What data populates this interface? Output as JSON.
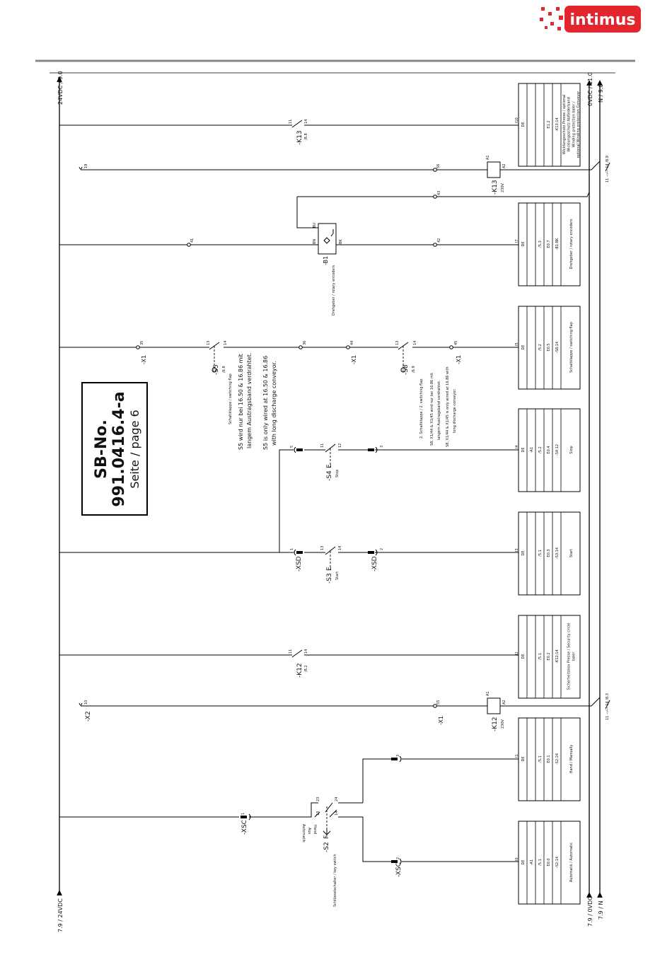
{
  "logo": {
    "text": "intimus",
    "color": "#e3262e"
  },
  "rails": {
    "v24_top": "24VDC / 9.0",
    "v24_bottom": "7.9 / 24VDC",
    "ov_top": "0VDC / 11.0",
    "ov_bottom": "7.9 / 0VDC",
    "n_top": "N / 9.0",
    "n_bottom": "7.9 / N"
  },
  "title_box": {
    "sb": "SB-No.",
    "number": "991.0416.4-a",
    "page": "Seite / page 6"
  },
  "labels": {
    "k13_11": "11",
    "k13_14": "14",
    "k13_name": "-K13",
    "k13_ref": "/8.8",
    "w19": "19",
    "w56": "56",
    "a1": "A1",
    "a2": "A2",
    "k13_coil": "-K13",
    "v230": "230V",
    "k13_aux": "11 —⁄— 14 /8.9",
    "w43": "43",
    "bu": "BU",
    "bn": "BN",
    "bk": "BK",
    "b1": "-B1",
    "b1_desc": "Drehgeber / rotary encoders",
    "w41": "41",
    "w42": "42",
    "w35": "35",
    "x1": "-X1",
    "n13": "13",
    "n14": "14",
    "s5": "-S5",
    "s5_ref": "/6.8",
    "s5_desc": "Schaltklappe / switching flap",
    "s5_note1": "S5 wird nur bei 16.50 & 16.86 mit",
    "s5_note2": "langem Austragsband verdrahtet.",
    "s5_note3": "S5 is only wired at 16.50 & 16.86",
    "s5_note4": "with long discharge conveyor.",
    "w36": "36",
    "w44": "44",
    "s8": "-S8",
    "s8_ref": "/6.9",
    "s8_desc": "2. Schaltklappe / 2. switching flap",
    "s8_note1": "S8, X1/44 & X1/45 wird nur bei 16.86 mit",
    "s8_note2": "langem Austragsband verdrahtet.",
    "s8_note3": "S8, X1/44 & X1/45 is only wired at 16.86 with",
    "s8_note4": "long discharge conveyor.",
    "w45": "45",
    "p5": "5",
    "n11": "11",
    "n12": "12",
    "s4": "-S4",
    "e": "E",
    "stop": "Stop",
    "p3": "3",
    "p1": "1",
    "xsd": "-XSD",
    "s3": "-S3",
    "start": "Start",
    "p2": "2",
    "k12_name": "-K12",
    "k12_ref": "/8.2",
    "w10": "10",
    "x2": "-X2",
    "w55": "55",
    "k12_coil": "-K12",
    "k12_aux": "11 —⁄— 14 /8.3",
    "xsc": "-XSC",
    "n23": "23",
    "n24": "24",
    "s2": "-S2",
    "f": "F",
    "automatik": "Automatik",
    "aus": "Aus",
    "hand": "Hand",
    "s2_desc": "Schlüsselschalter / key switch"
  },
  "terminal_boxes": [
    {
      "pin": "I10",
      "cells": [
        "DE",
        "",
        "",
        "E1.2",
        "-K13:14"
      ],
      "desc": [
        "Wicklungsschutz Presse / optional",
        "Wicklungsschutz Abförderband",
        "Winding protection baler /",
        "optional Winding protection Conveyor"
      ]
    },
    {
      "pin": "I7",
      "cells": [
        "DE",
        "",
        "/5.3",
        "E0.7",
        "-B1:BK"
      ],
      "desc": [
        "Drehgeber / rotary encoders"
      ]
    },
    {
      "pin": "I5",
      "cells": [
        "DE",
        "",
        "/5.2",
        "E0.5",
        "-S8:14"
      ],
      "desc": [
        "Schaltklappe / switching flap"
      ]
    },
    {
      "pin": "I4",
      "cells": [
        "DE",
        "-A1",
        "/5.2",
        "E0.4",
        "-S4:12"
      ],
      "desc": [
        "Stop"
      ]
    },
    {
      "pin": "I3",
      "cells": [
        "DE",
        "",
        "/5.1",
        "E0.3",
        "-S3:14"
      ],
      "desc": [
        "Start"
      ]
    },
    {
      "pin": "I2",
      "cells": [
        "DE",
        "",
        "/5.1",
        "E0.2",
        "-K12:14"
      ],
      "desc": [
        "Sicherheitsbox Presse / Security circle",
        "baler"
      ]
    },
    {
      "pin": "I1",
      "cells": [
        "DE",
        "",
        "/5.1",
        "E0.1",
        "-S2:24"
      ],
      "desc": [
        "Hand / Manually"
      ]
    },
    {
      "pin": "I0",
      "cells": [
        "DE",
        "-A1",
        "/5.1",
        "E0.0",
        "-S2:14"
      ],
      "desc": [
        "Automatik / Automatic"
      ]
    }
  ]
}
